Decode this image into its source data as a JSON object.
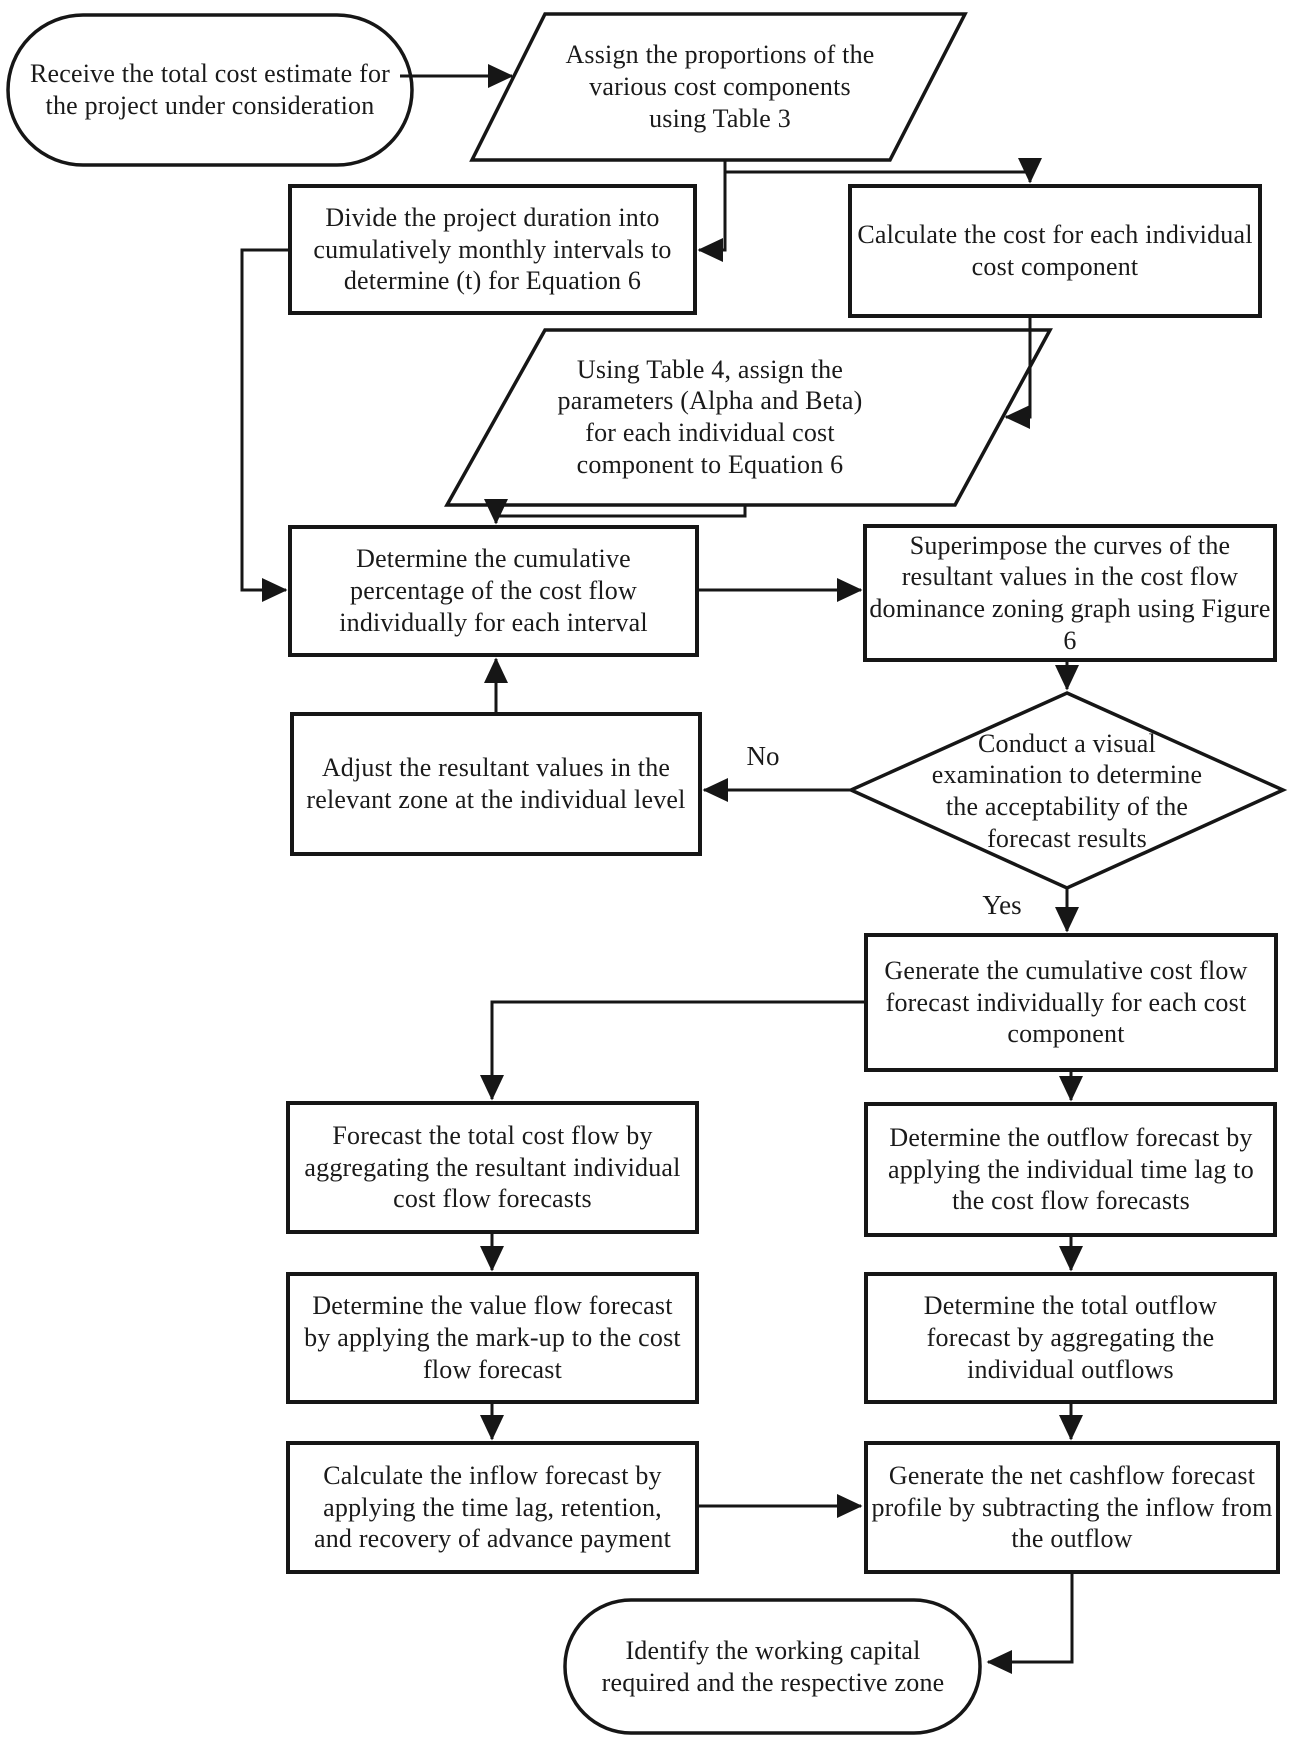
{
  "nodes": {
    "start": {
      "shape": "terminator",
      "label": "Receive the total cost estimate for the project under consideration"
    },
    "assign_proportions": {
      "shape": "parallelogram",
      "label": "Assign the proportions of the various cost components using Table 3"
    },
    "divide_duration": {
      "shape": "process",
      "label": "Divide the project duration into cumulatively monthly intervals to determine (t) for Equation 6"
    },
    "calculate_cost": {
      "shape": "process",
      "label": "Calculate the cost for each individual cost component"
    },
    "assign_parameters": {
      "shape": "parallelogram",
      "label": "Using Table 4, assign the parameters (Alpha and Beta) for each individual cost component to Equation 6"
    },
    "determine_cumulative_percentage": {
      "shape": "process",
      "label": "Determine the cumulative percentage of the cost flow individually for each interval"
    },
    "superimpose_curves": {
      "shape": "process",
      "label": "Superimpose the curves of the resultant values in the cost flow dominance zoning graph using Figure 6"
    },
    "visual_examination": {
      "shape": "decision",
      "label": "Conduct a visual examination to determine the acceptability of the forecast results"
    },
    "adjust_values": {
      "shape": "process",
      "label": "Adjust the resultant values in the relevant zone at the individual level"
    },
    "generate_cumulative_forecast": {
      "shape": "process",
      "label": "Generate the cumulative cost flow forecast individually for each cost component"
    },
    "forecast_total_cost_flow": {
      "shape": "process",
      "label": "Forecast the total cost flow by aggregating the resultant individual cost flow forecasts"
    },
    "determine_outflow": {
      "shape": "process",
      "label": "Determine the outflow forecast by applying the individual time lag to the cost flow forecasts"
    },
    "determine_value_flow": {
      "shape": "process",
      "label": "Determine the value flow forecast by applying the mark-up to the cost flow forecast"
    },
    "determine_total_outflow": {
      "shape": "process",
      "label": "Determine the total outflow forecast by aggregating the individual outflows"
    },
    "calculate_inflow": {
      "shape": "process",
      "label": "Calculate the inflow forecast by applying the time lag, retention, and recovery of advance payment"
    },
    "generate_net_cashflow": {
      "shape": "process",
      "label": "Generate the net cashflow forecast profile by subtracting the inflow from the outflow"
    },
    "identify_working_capital": {
      "shape": "terminator",
      "label": "Identify the working capital required and the respective zone"
    }
  },
  "edge_labels": {
    "no": "No",
    "yes": "Yes"
  },
  "colors": {
    "stroke": "#161616",
    "fill": "#ffffff",
    "text": "#1a1a1a",
    "background": "#ffffff"
  }
}
